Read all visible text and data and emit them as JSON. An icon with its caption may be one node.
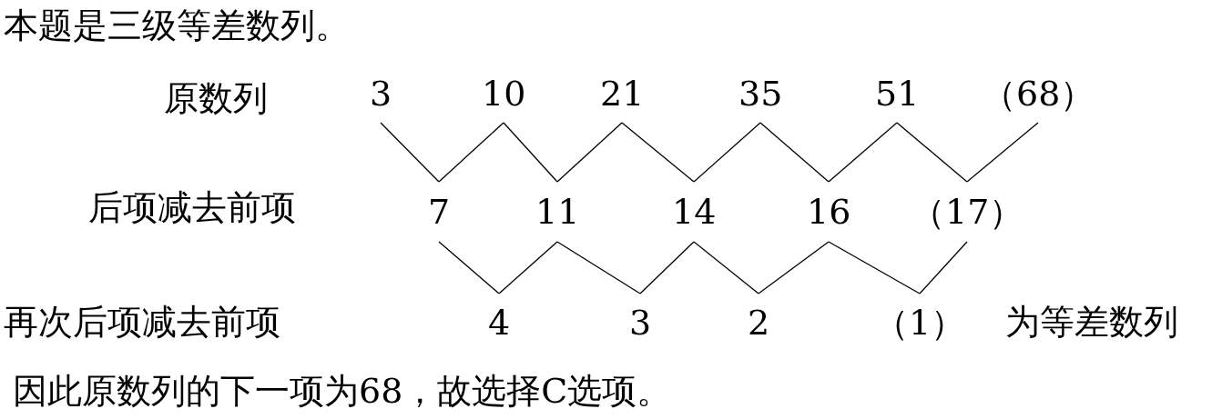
{
  "diagram": {
    "title": "本题是三级等差数列。",
    "nodes": [
      {
        "text": [
          "3"
        ]
      },
      {
        "text": [
          "10"
        ]
      },
      {
        "text": [
          "21"
        ]
      },
      {
        "text": [
          "35"
        ]
      },
      {
        "text": [
          "51"
        ]
      },
      {
        "text": [
          "（68）"
        ]
      },
      {
        "text": [
          "7"
        ]
      },
      {
        "text": [
          "11"
        ]
      },
      {
        "text": [
          "14"
        ]
      },
      {
        "text": [
          "16"
        ]
      },
      {
        "text": [
          "（17）"
        ]
      },
      {
        "text": [
          "4"
        ]
      },
      {
        "text": [
          "3"
        ]
      },
      {
        "text": [
          "2"
        ]
      },
      {
        "text": [
          "（1）"
        ]
      }
    ],
    "edges": [
      {
        "from": 0,
        "to": 6,
        "arrow": "none"
      },
      {
        "from": 1,
        "to": 6,
        "arrow": "none"
      },
      {
        "from": 1,
        "to": 7,
        "arrow": "none"
      },
      {
        "from": 2,
        "to": 7,
        "arrow": "none"
      },
      {
        "from": 2,
        "to": 8,
        "arrow": "none"
      },
      {
        "from": 3,
        "to": 8,
        "arrow": "none"
      },
      {
        "from": 3,
        "to": 9,
        "arrow": "none"
      },
      {
        "from": 4,
        "to": 9,
        "arrow": "none"
      },
      {
        "from": 4,
        "to": 10,
        "arrow": "none"
      },
      {
        "from": 5,
        "to": 10,
        "arrow": "none"
      },
      {
        "from": 6,
        "to": 11,
        "arrow": "none"
      },
      {
        "from": 7,
        "to": 11,
        "arrow": "none"
      },
      {
        "from": 7,
        "to": 12,
        "arrow": "none"
      },
      {
        "from": 8,
        "to": 12,
        "arrow": "none"
      },
      {
        "from": 8,
        "to": 13,
        "arrow": "none"
      },
      {
        "from": 9,
        "to": 13,
        "arrow": "none"
      },
      {
        "from": 9,
        "to": 14,
        "arrow": "none"
      },
      {
        "from": 10,
        "to": 14,
        "arrow": "none"
      }
    ],
    "labels": [
      "原数列",
      "后项减去前项",
      "再次后项减去前项",
      "为等差数列",
      "因此原数列的下一项为68，故选择C选项。"
    ]
  }
}
